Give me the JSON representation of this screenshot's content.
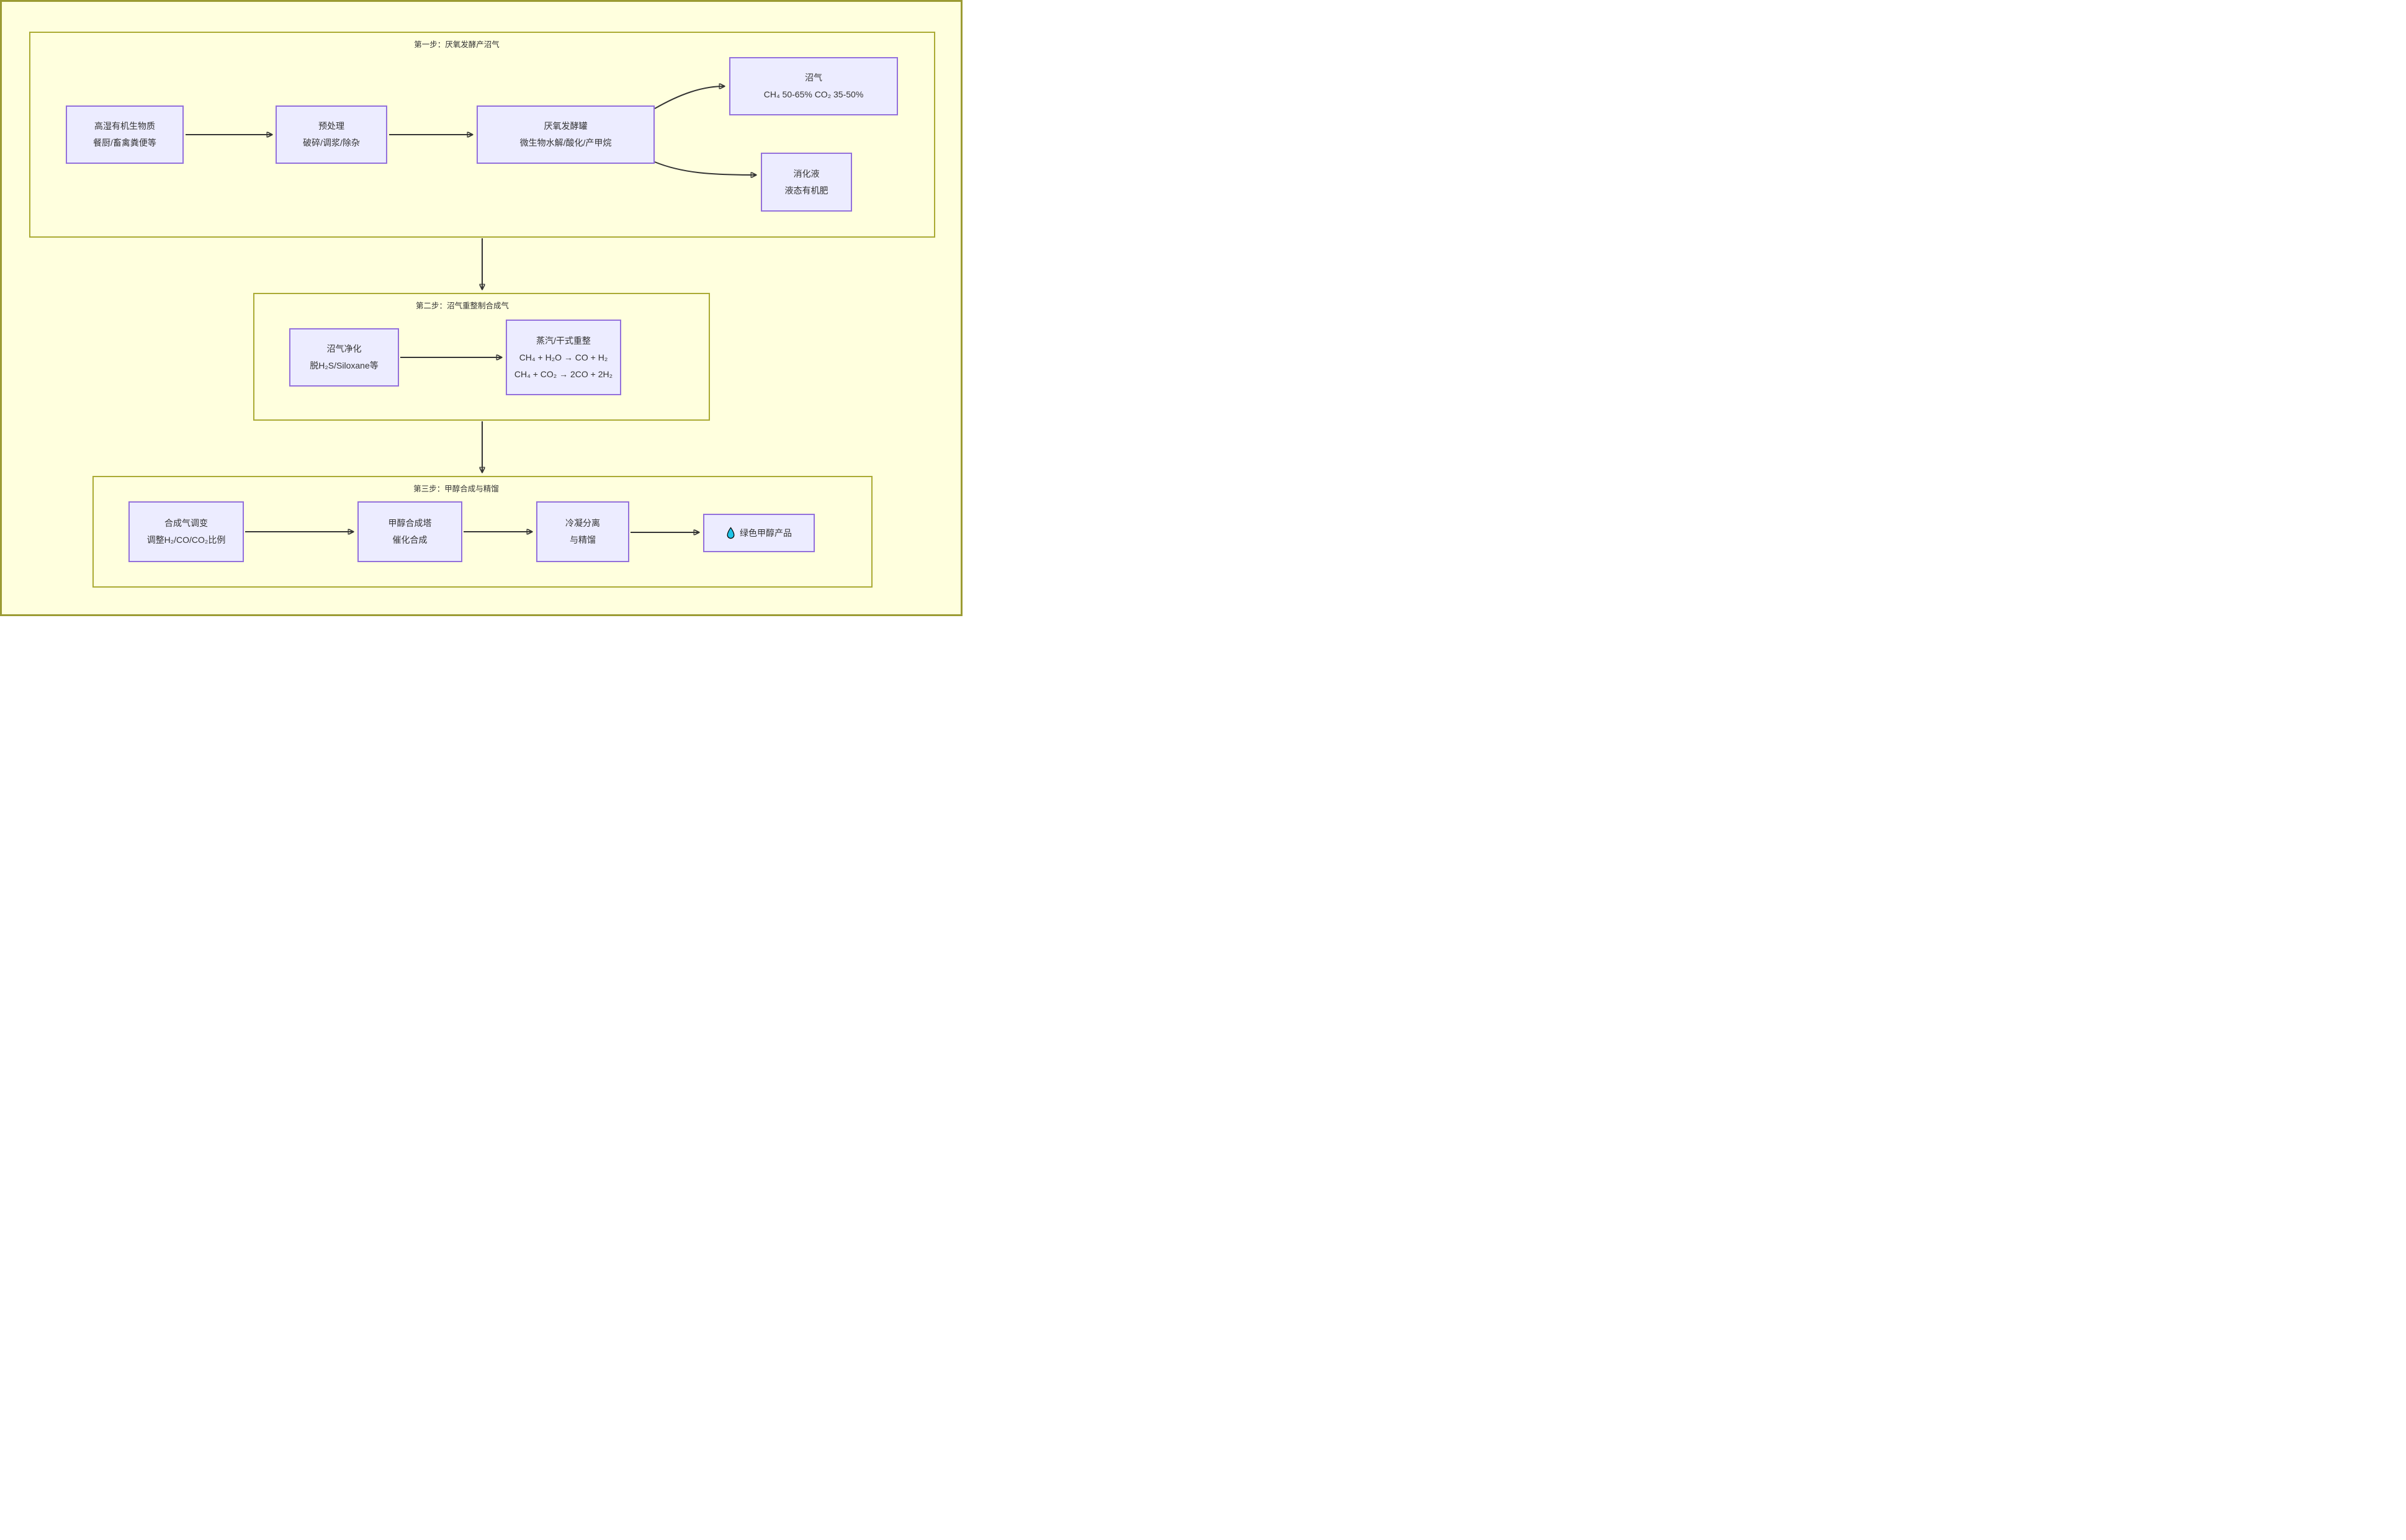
{
  "diagram": {
    "type": "flowchart",
    "background_color": "#ffffde",
    "page_border_color": "#9b9b33",
    "subgraph_border_color": "#aaaa33",
    "node_fill_color": "#ececff",
    "node_border_color": "#9370db",
    "edge_color": "#333333",
    "droplet_color": "#1fc3e8"
  },
  "subgraphs": [
    {
      "id": "step1",
      "title": "第一步：厌氧发酵产沼气"
    },
    {
      "id": "step2",
      "title": "第二步：沼气重整制合成气"
    },
    {
      "id": "step3",
      "title": "第三步：甲醇合成与精馏"
    }
  ],
  "nodes": {
    "biomass": {
      "lines": [
        "高湿有机生物质",
        "餐厨/畜禽粪便等"
      ]
    },
    "pretreat": {
      "lines": [
        "预处理",
        "破碎/调浆/除杂"
      ]
    },
    "digester": {
      "lines": [
        "厌氧发酵罐",
        "微生物水解/酸化/产甲烷"
      ]
    },
    "biogas": {
      "lines": [
        "沼气",
        "CH₄ 50-65% CO₂ 35-50%"
      ]
    },
    "digestate": {
      "lines": [
        "消化液",
        "液态有机肥"
      ]
    },
    "purify": {
      "lines": [
        "沼气净化",
        "脱H₂S/Siloxane等"
      ]
    },
    "reform": {
      "lines": [
        "蒸汽/干式重整",
        "CH₄ + H₂O → CO + H₂",
        "CH₄ + CO₂ → 2CO + 2H₂"
      ]
    },
    "adjust": {
      "lines": [
        "合成气调变",
        "调整H₂/CO/CO₂比例"
      ]
    },
    "tower": {
      "lines": [
        "甲醇合成塔",
        "催化合成"
      ]
    },
    "condense": {
      "lines": [
        "冷凝分离",
        "与精馏"
      ]
    },
    "product": {
      "icon": "droplet-icon",
      "label": "绿色甲醇产品"
    }
  },
  "edges": [
    {
      "from": "biomass",
      "to": "pretreat"
    },
    {
      "from": "pretreat",
      "to": "digester"
    },
    {
      "from": "digester",
      "to": "biogas"
    },
    {
      "from": "digester",
      "to": "digestate"
    },
    {
      "from": "step1",
      "to": "step2"
    },
    {
      "from": "purify",
      "to": "reform"
    },
    {
      "from": "step2",
      "to": "step3"
    },
    {
      "from": "adjust",
      "to": "tower"
    },
    {
      "from": "tower",
      "to": "condense"
    },
    {
      "from": "condense",
      "to": "product"
    }
  ]
}
